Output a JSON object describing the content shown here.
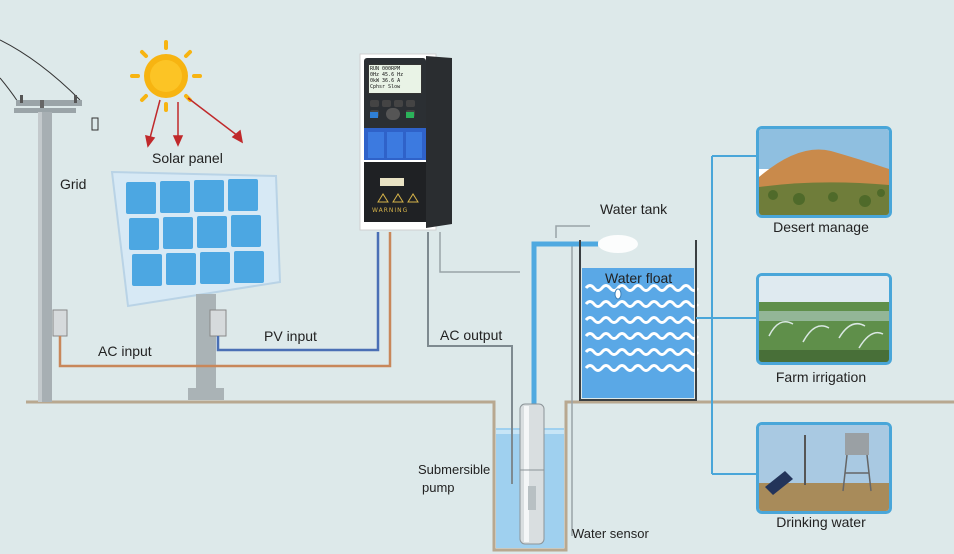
{
  "labels": {
    "grid": "Grid",
    "solar_panel": "Solar panel",
    "ac_input": "AC input",
    "pv_input": "PV input",
    "ac_output": "AC output",
    "water_tank": "Water tank",
    "water_float": "Water float",
    "submersible_pump_line1": "Submersible",
    "submersible_pump_line2": "pump",
    "water_sensor": "Water sensor"
  },
  "applications": [
    {
      "label": "Desert manage",
      "icon": "desert-photo"
    },
    {
      "label": "Farm irrigation",
      "icon": "irrigation-photo"
    },
    {
      "label": "Drinking water",
      "icon": "water-tower-photo"
    }
  ],
  "inverter": {
    "display_lines": [
      "RUN     000RPM",
      "0Hz  45.6 Hz",
      "0kW  36.6 A",
      "Cphsr    Slow"
    ],
    "warning_text": "WARNING"
  },
  "colors": {
    "background": "#dde9ea",
    "ac_wire": "#c8875a",
    "pv_wire": "#4a6fb5",
    "pipe": "#4fa9e0",
    "water": "#5aa8e6",
    "ground": "#b8a890",
    "frame": "#49a6d9"
  }
}
